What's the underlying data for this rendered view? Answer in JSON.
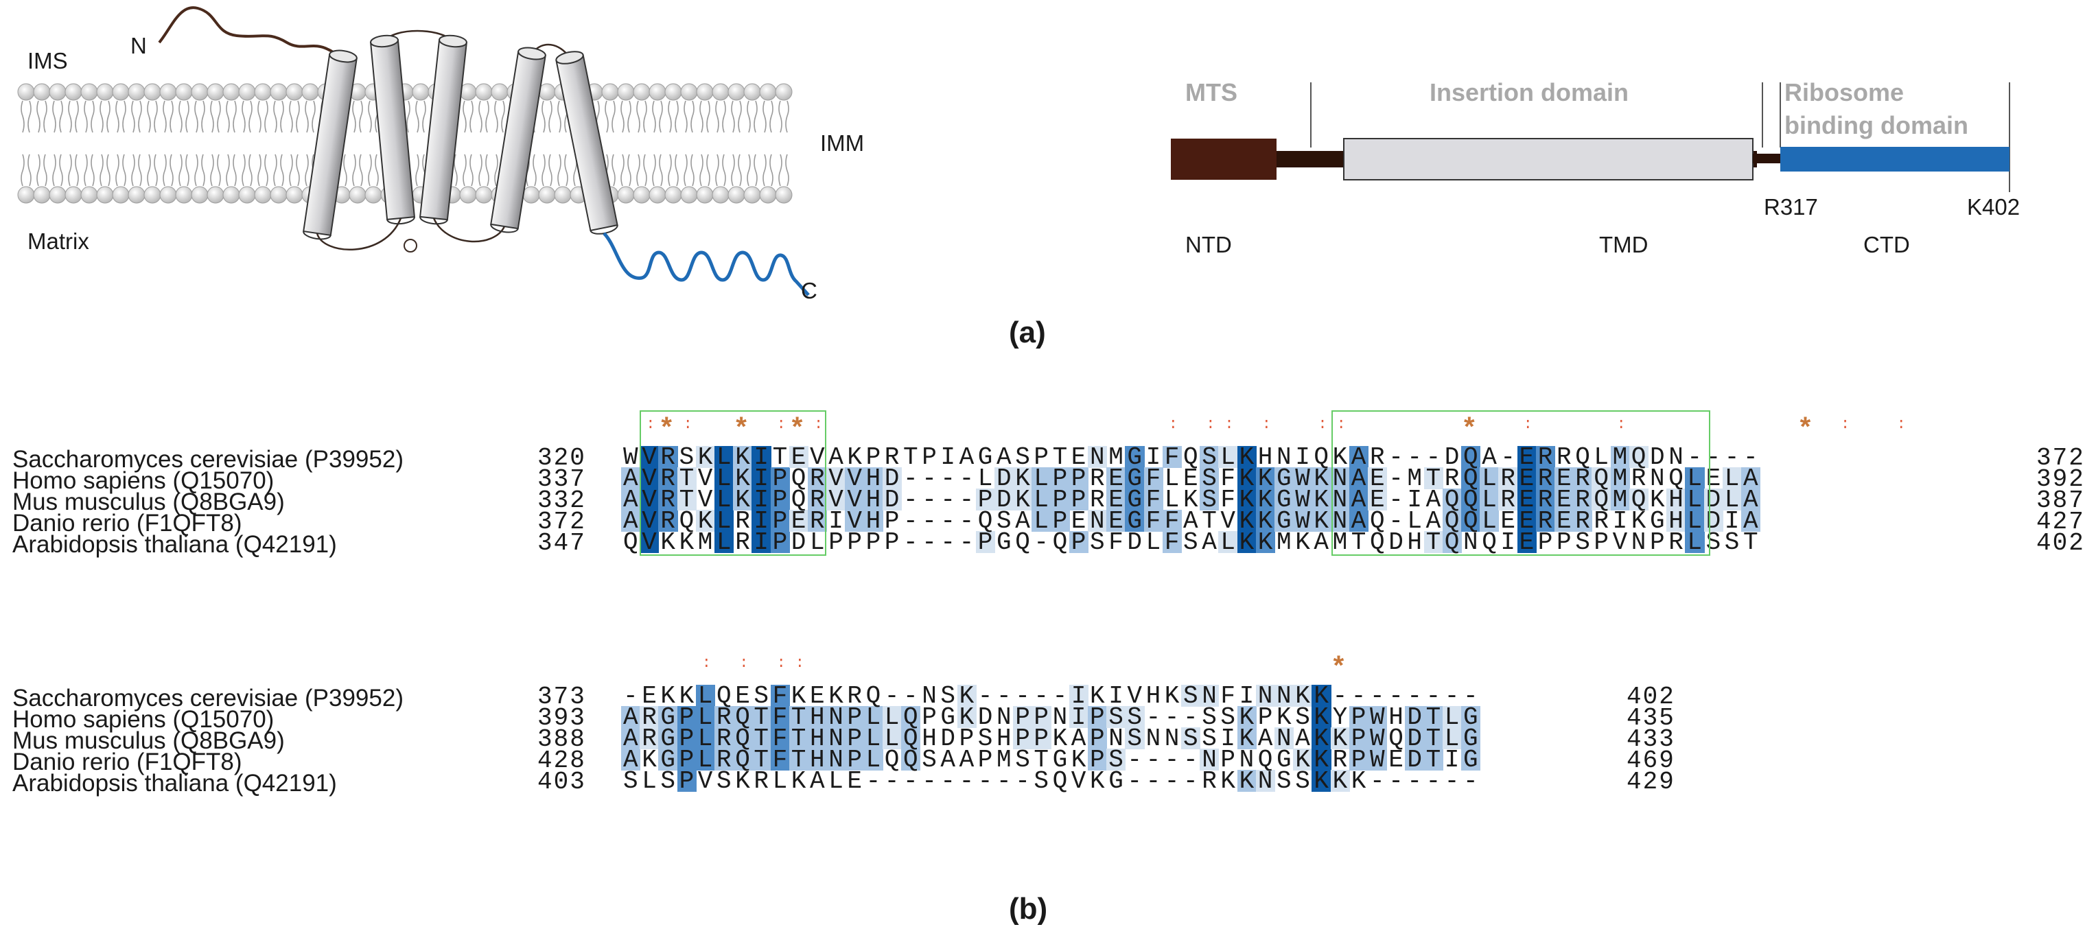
{
  "panel_a": {
    "topology": {
      "ims": "IMS",
      "matrix": "Matrix",
      "imm": "IMM",
      "n_term": "N",
      "c_term": "C"
    },
    "domains": {
      "mts": "MTS",
      "insertion": "Insertion domain",
      "ribosome_line1": "Ribosome",
      "ribosome_line2": "binding domain",
      "ntd": "NTD",
      "tmd": "TMD",
      "ctd": "CTD",
      "r317": "R317",
      "k402": "K402"
    },
    "colors": {
      "mts": "#4a1c10",
      "tmd_box": "#dcdce0",
      "ctd": "#1f6bb5",
      "linker": "#2b1208"
    },
    "tag": "(a)"
  },
  "panel_b": {
    "tag": "(b)",
    "blocks": [
      {
        "rows": [
          {
            "species": "Saccharomyces cerevisiae (P39952)",
            "start": "320",
            "seq": "WVRSKLKITEVAKPRTPIAGASPTENMGIFQSLKHNIQKAR---DQA-ERRQLMQDN----",
            "end": "372"
          },
          {
            "species": "Homo sapiens (Q15070)",
            "start": "337",
            "seq": "AVRTVLKIPQRVVHD----LDKLPPREGFLESFKKGWKNAE-MTRQLRERERQMRNQLELA",
            "end": "392"
          },
          {
            "species": "Mus musculus (Q8BGA9)",
            "start": "332",
            "seq": "AVRTVLKIPQRVVHD----PDKLPPREGFLKSFKKGWKNAE-IAQQLRERERQMQKHLDLA",
            "end": "387"
          },
          {
            "species": "Danio rerio (F1QFT8)",
            "start": "372",
            "seq": "AVRQKLRIPERIVHP----QSALPENEGFFATVKKGWKNAQ-LAQQLEERERRIKGHLDIA",
            "end": "427"
          },
          {
            "species": "Arabidopsis thaliana (Q42191)",
            "start": "347",
            "seq": "QVKKMLRIPDLPPPP----PGQ-QPSFDLFSALKKMKAMTQDHTQNQIEPPSPVNPRLSST",
            "end": "402"
          }
        ]
      },
      {
        "rows": [
          {
            "species": "Saccharomyces cerevisiae (P39952)",
            "start": "373",
            "seq": "-EKKLQESFKEKRQ--NSK-----IKIVHKSNFINNKK--------",
            "end": "402"
          },
          {
            "species": "Homo sapiens (Q15070)",
            "start": "393",
            "seq": "ARGPLRQTFTHNPLLQPGKDNPPNIPSS---SSKPKSKYPWHDTLG",
            "end": "435"
          },
          {
            "species": "Mus musculus (Q8BGA9)",
            "start": "388",
            "seq": "ARGPLRQTFTHNPLLQHDPSHPPKAPNSNNSSIKANAKKPWQDTLG",
            "end": "433"
          },
          {
            "species": "Danio rerio (F1QFT8)",
            "start": "428",
            "seq": "AKGPLRQTFTHNPLQQSAAPMSTGKPS----NPNQGKKRPWEDTIG",
            "end": "469"
          },
          {
            "species": "Arabidopsis thaliana (Q42191)",
            "start": "403",
            "seq": "SLSPVSKRLKALE---------SQVKG----RKKNSSKKK------",
            "end": "429"
          }
        ]
      }
    ],
    "star_symbol": "*",
    "colon_symbol": ":"
  }
}
